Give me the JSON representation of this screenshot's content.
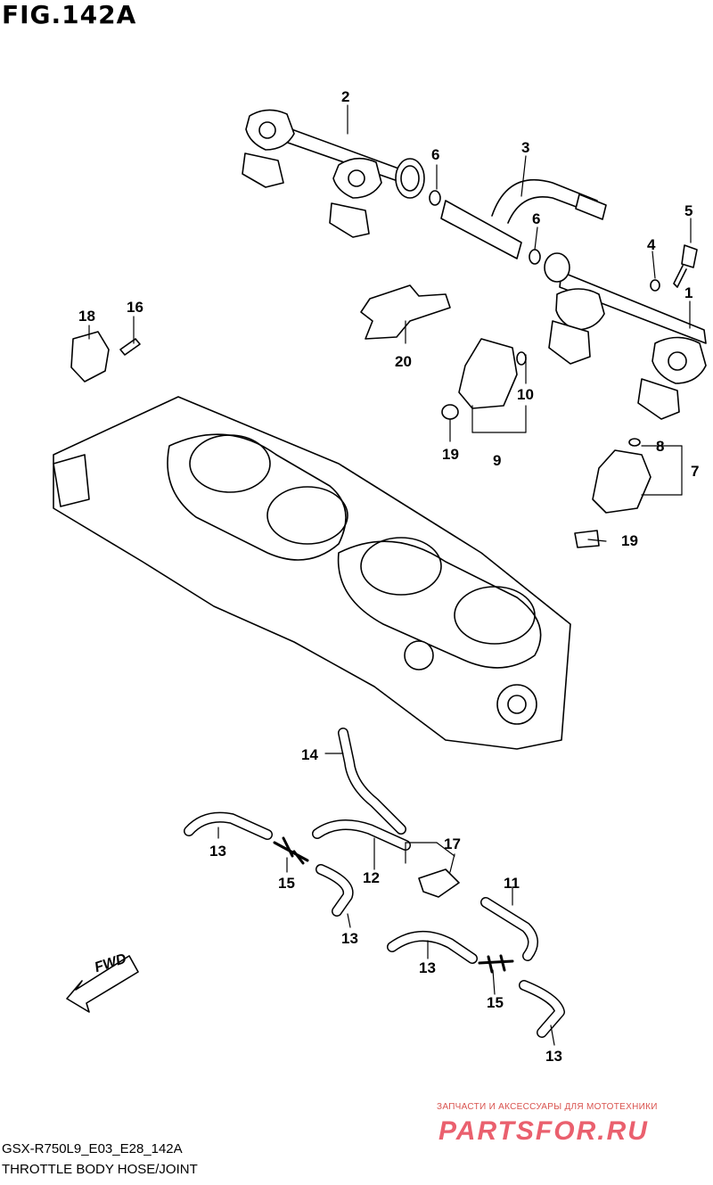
{
  "figure": {
    "title": "FIG.142A",
    "model_code": "GSX-R750L9_E03_E28_142A",
    "description": "THROTTLE BODY HOSE/JOINT",
    "fwd_label": "FWD"
  },
  "watermark": {
    "tagline": "ЗАПЧАСТИ И АКСЕССУАРЫ ДЛЯ МОТОТЕХНИКИ",
    "site": "PARTSFOR.RU"
  },
  "callouts": [
    "1",
    "2",
    "3",
    "4",
    "5",
    "6",
    "6",
    "7",
    "8",
    "9",
    "10",
    "11",
    "12",
    "13",
    "13",
    "13",
    "13",
    "14",
    "15",
    "15",
    "16",
    "17",
    "18",
    "19",
    "19",
    "20"
  ]
}
